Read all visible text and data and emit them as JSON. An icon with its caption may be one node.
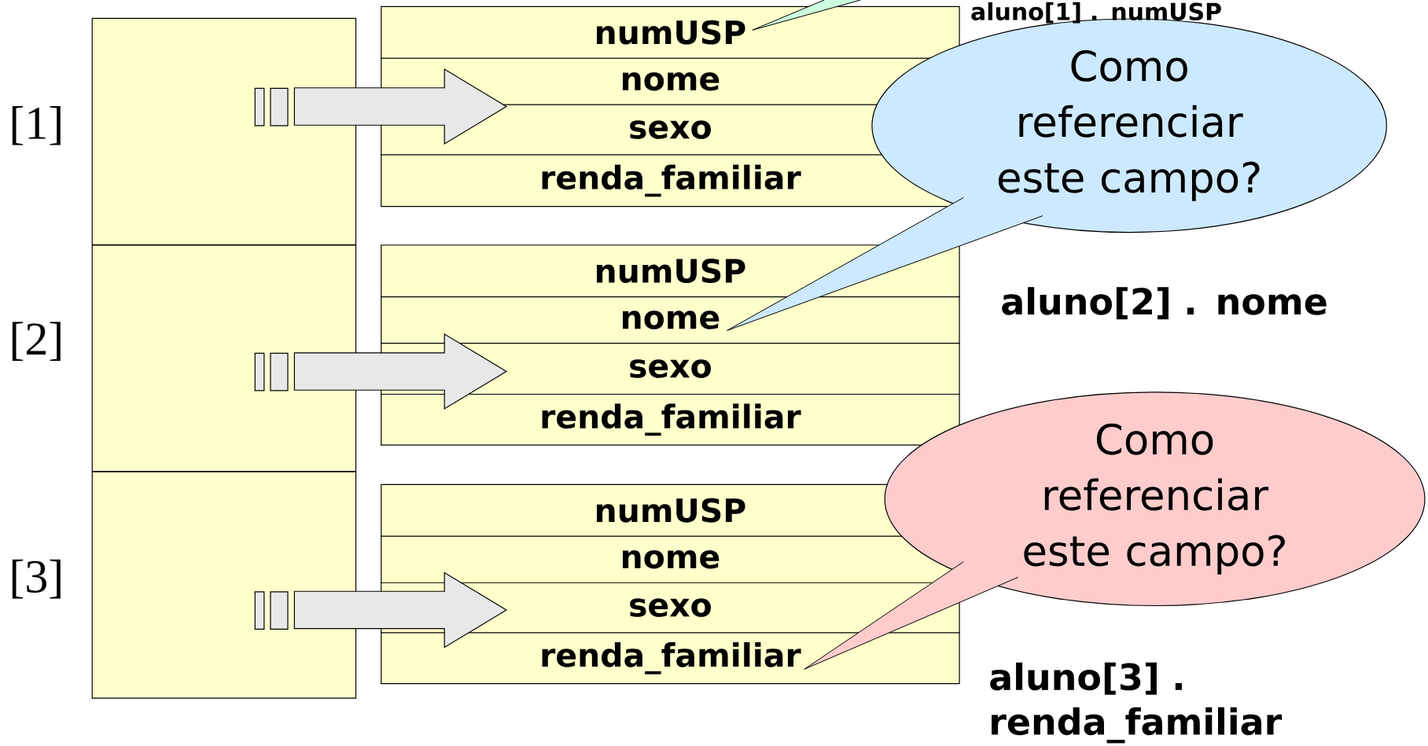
{
  "diagram": {
    "nodes": [
      {
        "text": [],
        "shape": "box",
        "beside": [
          "[1]"
        ]
      },
      {
        "text": [],
        "shape": "box",
        "beside": [
          "[2]"
        ]
      },
      {
        "text": [],
        "shape": "box",
        "beside": [
          "[3]"
        ]
      },
      {
        "text": [],
        "shape": "box"
      },
      {
        "text": [
          "numUSP"
        ],
        "in": 3
      },
      {
        "text": [
          "nome"
        ],
        "in": 3
      },
      {
        "text": [
          "sexo"
        ],
        "in": 3
      },
      {
        "text": [
          "renda_familiar"
        ],
        "in": 3
      },
      {
        "text": [],
        "shape": "box"
      },
      {
        "text": [
          "numUSP"
        ],
        "in": 8
      },
      {
        "text": [
          "nome"
        ],
        "in": 8
      },
      {
        "text": [
          "sexo"
        ],
        "in": 8
      },
      {
        "text": [
          "renda_familiar"
        ],
        "in": 8
      },
      {
        "text": [],
        "shape": "box"
      },
      {
        "text": [
          "numUSP"
        ],
        "in": 13
      },
      {
        "text": [
          "nome"
        ],
        "in": 13
      },
      {
        "text": [
          "sexo"
        ],
        "in": 13
      },
      {
        "text": [
          "renda_familiar"
        ],
        "in": 13
      },
      {
        "text": [
          "Como referenciar este campo?"
        ]
      },
      {
        "text": [
          "Como referenciar este campo?"
        ]
      }
    ],
    "edges": [
      {
        "from": 0,
        "to": 3,
        "arrow": "to"
      },
      {
        "from": 1,
        "to": 8,
        "arrow": "to"
      },
      {
        "from": 2,
        "to": 13,
        "arrow": "to"
      },
      {
        "from": null,
        "to": 4,
        "arrow": "none"
      },
      {
        "from": 18,
        "to": 10,
        "arrow": "none"
      },
      {
        "from": 19,
        "to": 17,
        "arrow": "none"
      }
    ],
    "labels": [
      "aluno[1] . numUSP",
      "aluno[2] . nome",
      "aluno[3] . renda_familiar"
    ]
  }
}
